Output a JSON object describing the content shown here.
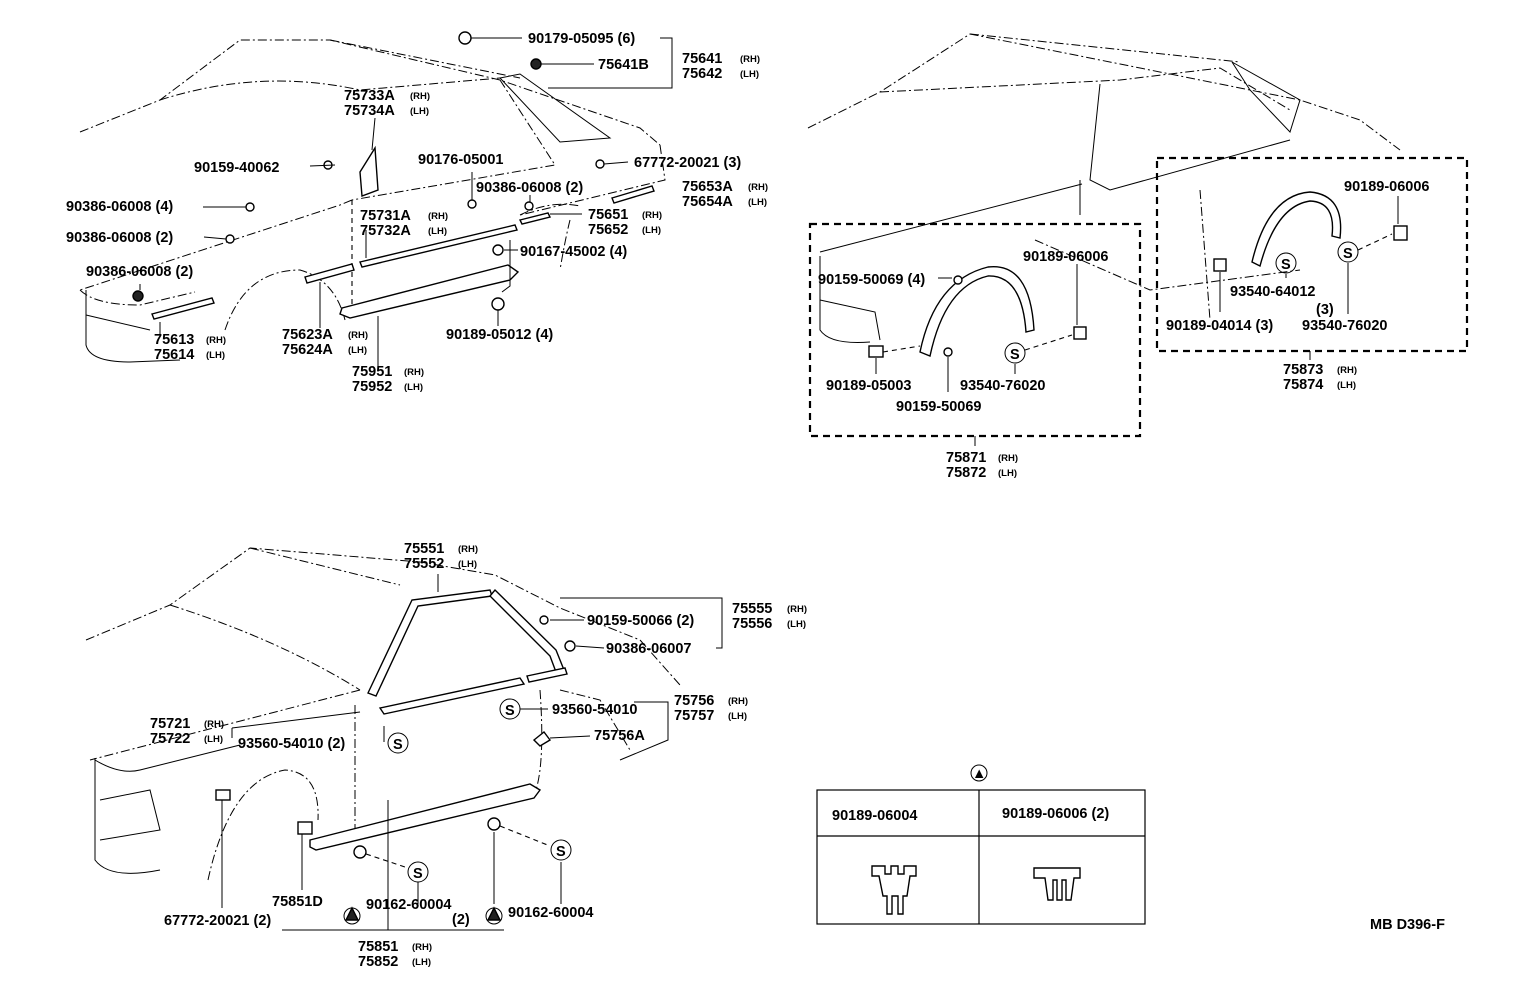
{
  "drawing_code": "MB D396-F",
  "legend": {
    "symbol_triangle": "▲",
    "col1_part": "90189-06004",
    "col2_part": "90189-06006 (2)"
  },
  "sym_s": "S",
  "labels": {
    "p90179_05095": "90179-05095 (6)",
    "p75641": "75641",
    "p75642": "75642",
    "p75641B": "75641B",
    "p75733A": "75733A",
    "p75734A": "75734A",
    "p90159_40062": "90159-40062",
    "p90176_05001": "90176-05001",
    "p67772_20021_3": "67772-20021 (3)",
    "p90386_06008_2a": "90386-06008 (2)",
    "p75653A": "75653A",
    "p75654A": "75654A",
    "p90386_06008_4": "90386-06008 (4)",
    "p75731A": "75731A",
    "p75732A": "75732A",
    "p75651": "75651",
    "p75652": "75652",
    "p90386_06008_2b": "90386-06008 (2)",
    "p90167_45002": "90167-45002 (4)",
    "p90386_06008_2c": "90386-06008 (2)",
    "p75613": "75613",
    "p75614": "75614",
    "p75623A": "75623A",
    "p75624A": "75624A",
    "p90189_05012": "90189-05012 (4)",
    "p75951": "75951",
    "p75952": "75952",
    "p90189_06006_a": "90189-06006",
    "p90189_06006_b": "90189-06006",
    "p90159_50069_4": "90159-50069 (4)",
    "p90189_05003": "90189-05003",
    "p93540_76020_a": "93540-76020",
    "p90159_50069": "90159-50069",
    "p75871": "75871",
    "p75872": "75872",
    "p93540_64012": "93540-64012",
    "p93540_64012_qty": "(3)",
    "p90189_04014": "90189-04014 (3)",
    "p93540_76020_b": "93540-76020",
    "p75873": "75873",
    "p75874": "75874",
    "p75551": "75551",
    "p75552": "75552",
    "p75555": "75555",
    "p75556": "75556",
    "p90159_50066": "90159-50066 (2)",
    "p90386_06007": "90386-06007",
    "p93560_54010_a": "93560-54010",
    "p75756": "75756",
    "p75757": "75757",
    "p75756A": "75756A",
    "p75721": "75721",
    "p75722": "75722",
    "p93560_54010_b": "93560-54010 (2)",
    "p67772_20021_2": "67772-20021 (2)",
    "p75851D": "75851D",
    "p90162_60004_a": "90162-60004",
    "p90162_60004_a_qty": "(2)",
    "p90162_60004_b": "90162-60004",
    "p75851": "75851",
    "p75852": "75852",
    "rh": "(RH)",
    "lh": "(LH)"
  }
}
